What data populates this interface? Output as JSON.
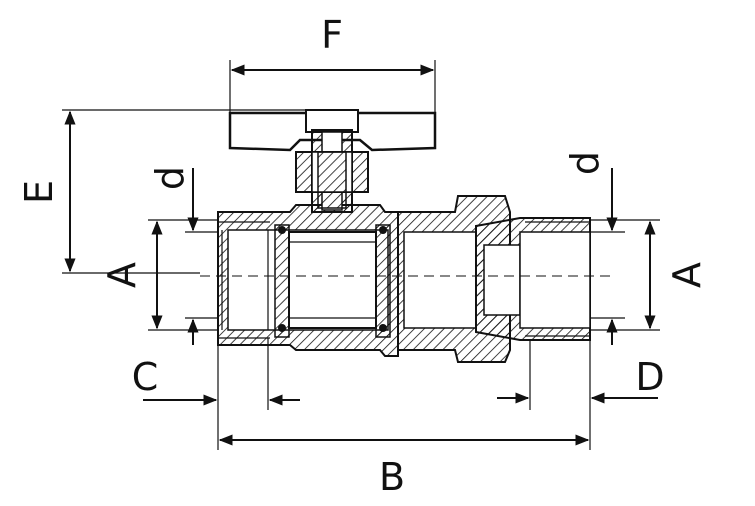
{
  "diagram": {
    "labels": {
      "F": "F",
      "E": "E",
      "d_left": "d",
      "A_left": "A",
      "d_right": "d",
      "A_right": "A",
      "C": "C",
      "D": "D",
      "B": "B"
    }
  }
}
